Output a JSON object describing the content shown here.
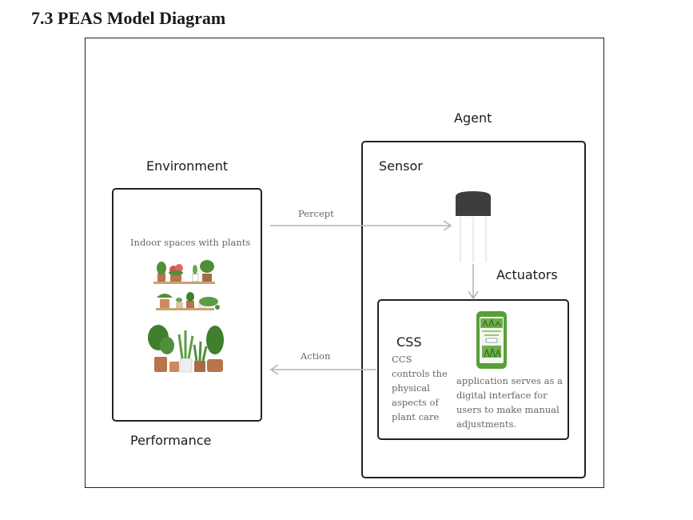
{
  "heading": "7.3 PEAS Model Diagram",
  "diagram": {
    "agent_label": "Agent",
    "environment_label": "Environment",
    "environment_text": "Indoor spaces with plants",
    "sensor_label": "Sensor",
    "actuators_label": "Actuators",
    "css_label": "CSS",
    "css_text": "CCS controls the physical aspects of plant care",
    "app_text": "application serves as a digital interface for users to make manual adjustments.",
    "percept_label": "Percept",
    "action_label": "Action",
    "performance_label": "Performance"
  },
  "colors": {
    "arrow": "#b4b4b4",
    "sensor_body": "#3d3d3d",
    "phone_green": "#5a9e3a",
    "leaf_green": "#4f8f3a",
    "pot_terracotta": "#b8744a"
  }
}
